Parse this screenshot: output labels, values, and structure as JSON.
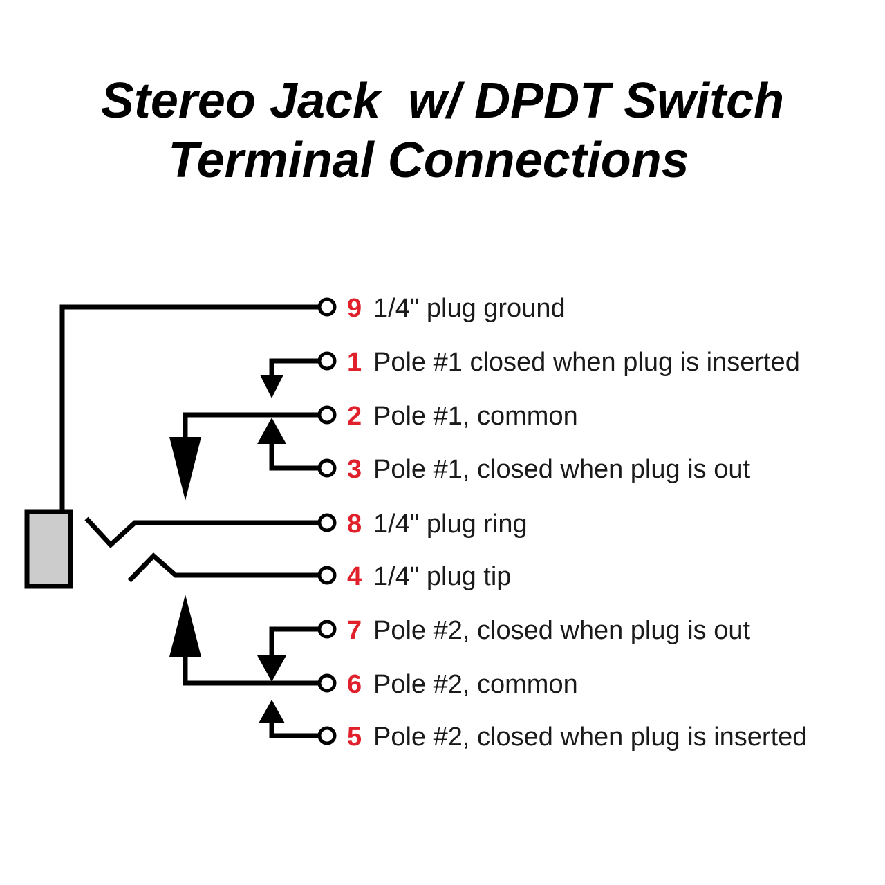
{
  "title": {
    "line1": "Stereo Jack  w/ DPDT Switch",
    "line2": "Terminal Connections"
  },
  "colors": {
    "terminal_number": "#e0202a",
    "line": "#000000",
    "jack_body": "#cccccc"
  },
  "terminals": [
    {
      "number": "9",
      "description": "1/4\" plug ground"
    },
    {
      "number": "1",
      "description": "Pole #1 closed when plug is inserted"
    },
    {
      "number": "2",
      "description": "Pole #1, common"
    },
    {
      "number": "3",
      "description": "Pole #1, closed when plug is out"
    },
    {
      "number": "8",
      "description": "1/4\" plug ring"
    },
    {
      "number": "4",
      "description": "1/4\" plug tip"
    },
    {
      "number": "7",
      "description": "Pole #2, closed when plug is out"
    },
    {
      "number": "6",
      "description": "Pole #2, common"
    },
    {
      "number": "5",
      "description": "Pole #2, closed when plug is inserted"
    }
  ]
}
